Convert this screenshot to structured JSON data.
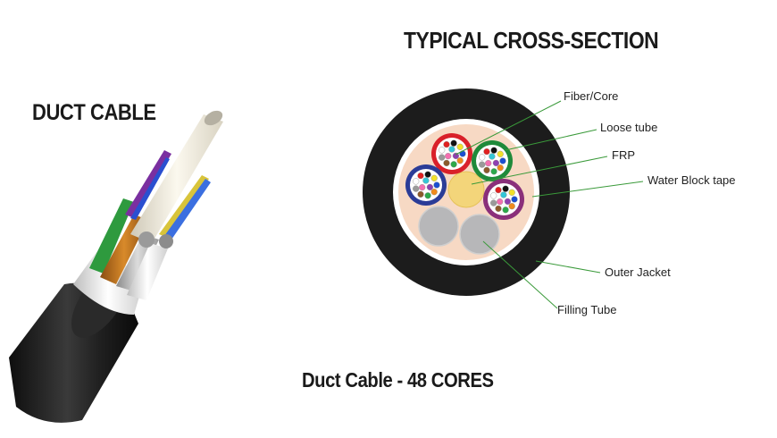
{
  "titles": {
    "product": "DUCT CABLE",
    "section": "TYPICAL CROSS-SECTION",
    "caption": "Duct Cable - 48 CORES"
  },
  "callouts": {
    "fiber_core": "Fiber/Core",
    "loose_tube": "Loose tube",
    "frp": "FRP",
    "water_block_tape": "Water Block tape",
    "outer_jacket": "Outer Jacket",
    "filling_tube": "Filling Tube"
  },
  "colors": {
    "outer_jacket": "#1c1c1c",
    "water_block_tape": "#f7d9c4",
    "frp": "#f3d57a",
    "filling_tube": "#b7b7b9",
    "tube_red": "#d9202a",
    "tube_green": "#1f8a3a",
    "tube_blue": "#2b3c97",
    "tube_purple": "#8a2f7a",
    "leader_line": "#3a9a3a"
  },
  "fiber_colors": [
    "#1a4fd1",
    "#f08a1c",
    "#2ba84a",
    "#8b5a2b",
    "#9a9a9a",
    "#ffffff",
    "#e02020",
    "#111111",
    "#f2e02a",
    "#8e3fb0",
    "#f36fb0",
    "#34c6d6"
  ]
}
